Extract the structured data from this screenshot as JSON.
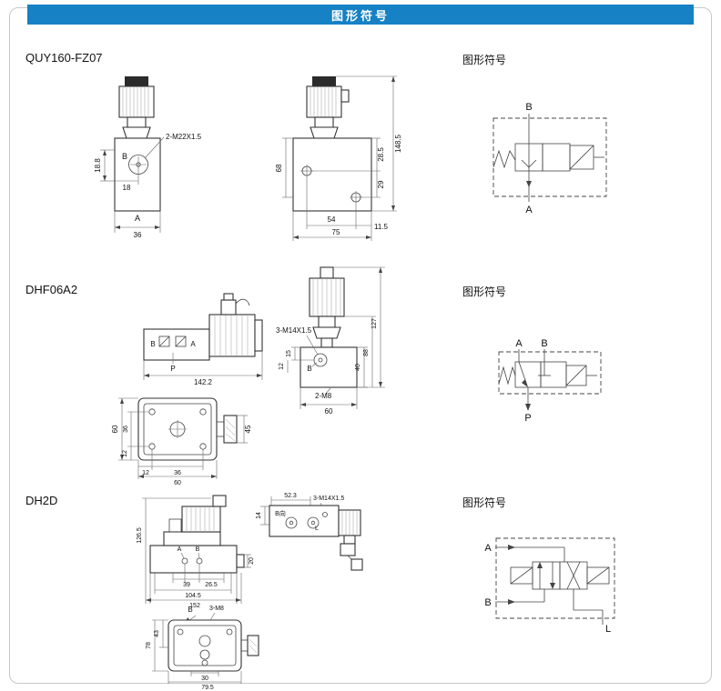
{
  "header": {
    "title": "图形符号"
  },
  "colors": {
    "header_bg": "#1681c4",
    "line": "#333333",
    "text": "#111111"
  },
  "sections": {
    "s1": {
      "model": "QUY160-FZ07",
      "symbol_title": "图形符号",
      "front": {
        "thread": "2-M22X1.5",
        "port_b": "B",
        "dim_vert": "18.8",
        "dim_horiz": "18",
        "port_a": "A",
        "dim_width": "36"
      },
      "side": {
        "dim_total_h": "148.5",
        "dim_left_h": "68",
        "dim_upper": "28.5",
        "dim_lower": "29",
        "dim_c2c": "54",
        "dim_offset": "11.5",
        "dim_width": "75"
      },
      "symbol": {
        "port_top": "B",
        "port_bottom": "A"
      }
    },
    "s2": {
      "model": "DHF06A2",
      "symbol_title": "图形符号",
      "side": {
        "port_b": "B",
        "port_a": "A",
        "port_p": "P",
        "dim_length": "142.2"
      },
      "front": {
        "thread": "3-M14X1.5",
        "dim_total_h": "127",
        "dim_mid_h": "88",
        "dim_body_h": "40",
        "dim_15": "15",
        "dim_12": "12",
        "port_b": "B",
        "thread_bottom": "2-M8",
        "dim_width": "60"
      },
      "bottom": {
        "dim_h_outer": "60",
        "dim_h_inner": "36",
        "dim_v_12": "12",
        "dim_b_12": "12",
        "dim_b_36": "36",
        "dim_b_60": "60",
        "dim_knob": "45"
      },
      "symbol": {
        "port_a": "A",
        "port_b": "B",
        "port_p": "P"
      }
    },
    "s3": {
      "model": "DH2D",
      "symbol_title": "图形符号",
      "front": {
        "dim_total_h": "126.5",
        "port_a": "A",
        "port_b": "B",
        "dim_39": "39",
        "dim_26_5": "26.5",
        "dim_104_5": "104.5",
        "dim_152": "152",
        "dim_20": "20"
      },
      "top": {
        "dim_52_3": "52.3",
        "thread": "3-M14X1.5",
        "dim_14": "14",
        "view_b": "B向",
        "label_l": "L"
      },
      "bottom": {
        "view_b": "B",
        "thread": "3-M8",
        "dim_43": "43",
        "dim_78": "78",
        "dim_30": "30",
        "dim_79_5": "79.5"
      },
      "symbol": {
        "port_a": "A",
        "port_b": "B",
        "port_l": "L"
      }
    }
  }
}
